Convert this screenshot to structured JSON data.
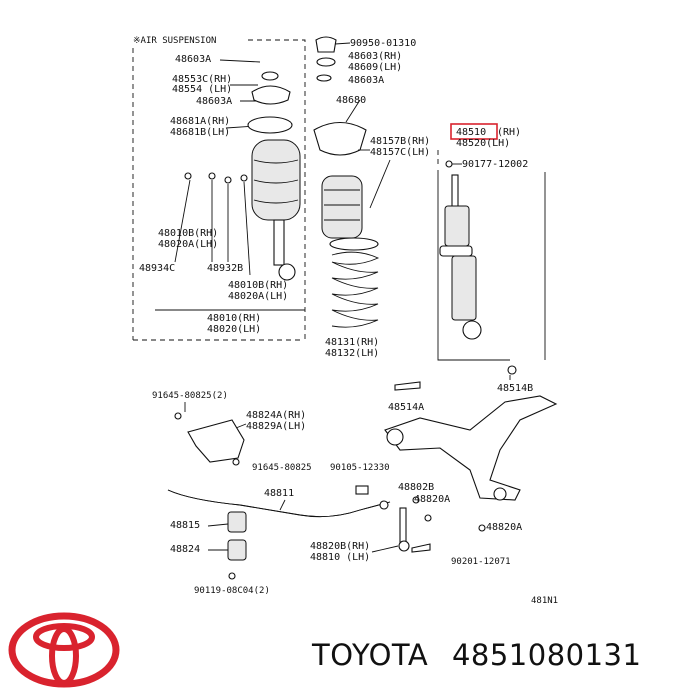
{
  "diagram": {
    "header": "※AIR SUSPENSION",
    "labels": {
      "p90950": "90950-01310",
      "p48603a_top": "48603A",
      "p48603_rh": "48603(RH)",
      "p48609_lh": "48609(LH)",
      "p48603a_right": "48603A",
      "p48553c": "48553C(RH)",
      "p48554": "48554 (LH)",
      "p48603a_mid": "48603A",
      "p48680": "48680",
      "p48681_rh": "48681A(RH)",
      "p48681_lh": "48681B(LH)",
      "p48157b": "48157B(RH)",
      "p48157c": "48157C(LH)",
      "p48510": "48510",
      "p48510_suffix": "(RH)",
      "p48520": "48520(LH)",
      "p90177": "90177-12002",
      "p48010b_rh": "48010B(RH)",
      "p48020a_lh": "48020A(LH)",
      "p48934c": "48934C",
      "p48932b": "48932B",
      "p48010b_rh2": "48010B(RH)",
      "p48020a_lh2": "48020A(LH)",
      "p48010_rh": "48010(RH)",
      "p48020_lh": "48020(LH)",
      "p48131": "48131(RH)",
      "p48132": "48132(LH)",
      "p48514b": "48514B",
      "p48514a": "48514A",
      "p91645_2": "91645-80825(2)",
      "p48824a": "48824A(RH)",
      "p48829a": "48829A(LH)",
      "p91645": "91645-80825",
      "p90105": "90105-12330",
      "p48811": "48811",
      "p48802b": "48802B",
      "p48820a_top": "48820A",
      "p48815": "48815",
      "p48820b": "48820B(RH)",
      "p48810": "48810 (LH)",
      "p48820a_bot": "48820A",
      "p48824": "48824",
      "p90201": "90201-12071",
      "p90119": "90119-08C04(2)",
      "ref": "481N1"
    },
    "highlight_color": "#d9232e"
  },
  "caption": {
    "brand": "TOYOTA",
    "part_number": "4851080131"
  },
  "logo": {
    "icon": "toyota-logo-icon",
    "color": "#d9232e"
  }
}
